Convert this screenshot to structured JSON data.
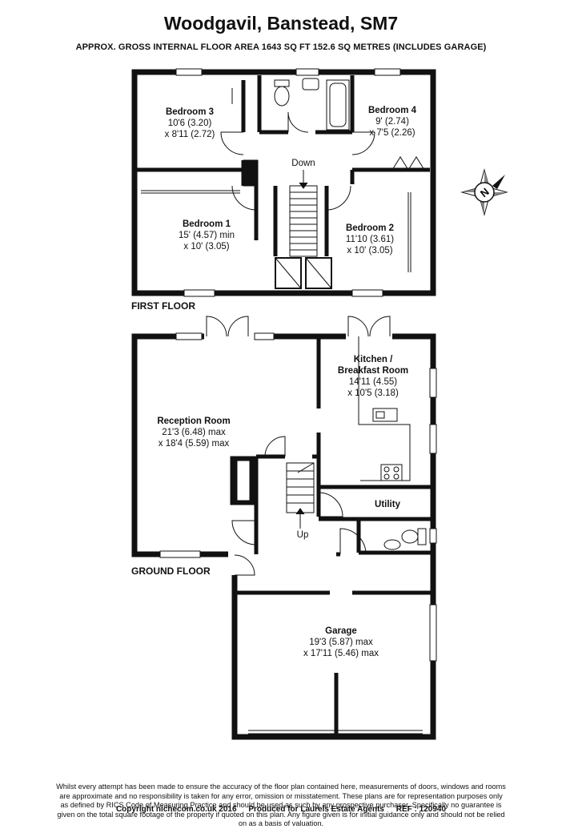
{
  "header": {
    "title": "Woodgavil, Banstead, SM7",
    "subtitle": "APPROX. GROSS INTERNAL FLOOR AREA 1643 SQ FT 152.6 SQ METRES (INCLUDES GARAGE)"
  },
  "compass": {
    "letter": "N",
    "icon": "compass-icon"
  },
  "first_floor": {
    "label": "FIRST FLOOR",
    "stairs_label": "Down",
    "rooms": [
      {
        "name": "Bedroom 3",
        "dims": [
          "10'6 (3.20)",
          "x 8'11 (2.72)"
        ]
      },
      {
        "name": "Bedroom 4",
        "dims": [
          "9' (2.74)",
          "x 7'5 (2.26)"
        ]
      },
      {
        "name": "Bedroom 1",
        "dims": [
          "15' (4.57) min",
          "x 10' (3.05)"
        ]
      },
      {
        "name": "Bedroom 2",
        "dims": [
          "11'10 (3.61)",
          "x 10' (3.05)"
        ]
      }
    ]
  },
  "ground_floor": {
    "label": "GROUND FLOOR",
    "stairs_label": "Up",
    "rooms": [
      {
        "name": "Kitchen /",
        "name2": "Breakfast Room",
        "dims": [
          "14'11 (4.55)",
          "x 10'5 (3.18)"
        ]
      },
      {
        "name": "Reception Room",
        "dims": [
          "21'3 (6.48) max",
          "x 18'4 (5.59) max"
        ]
      },
      {
        "name": "Utility",
        "dims": []
      },
      {
        "name": "Garage",
        "dims": [
          "19'3 (5.87) max",
          "x 17'11 (5.46) max"
        ]
      }
    ]
  },
  "disclaimer": "Whilst every attempt has been made to ensure the accuracy of the floor plan contained here, measurements of doors, windows and rooms are approximate and no responsibility is taken for any error, omission or misstatement. These plans are for representation purposes only as defined by RICS Code of Measuring Practice and should be used as such by any prospective purchaser. Specifically no guarantee is given on the total square footage of the property if quoted on this plan. Any figure given is for initial guidance only and should not be relied on as a basis of valuation.",
  "footer": {
    "copyright": "Copyright nichecom.co.uk 2016",
    "produced": "Produced for Laurels Estate Agents",
    "ref": "REF :  120940"
  }
}
